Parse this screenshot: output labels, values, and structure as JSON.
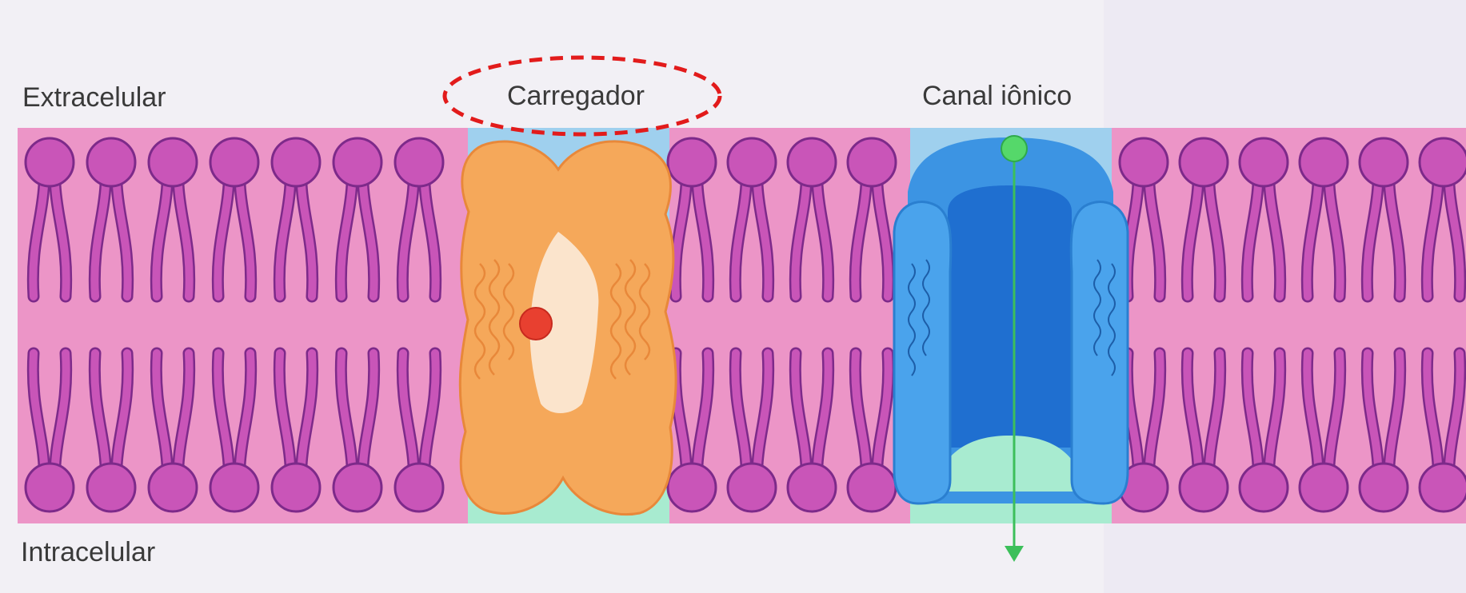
{
  "labels": {
    "extracellular": "Extracelular",
    "intracellular": "Intracelular",
    "carrier": "Carregador",
    "ion_channel": "Canal iônico"
  },
  "colors": {
    "background": "#f2f0f5",
    "membrane_band": "#ec95c7",
    "lipid_fill": "#c955b8",
    "lipid_stroke": "#7d2a8a",
    "carrier_protein": "#f5a85a",
    "carrier_outline": "#e8883a",
    "carrier_pocket": "#fbe4cc",
    "carried_solute": "#e84030",
    "channel_protein": "#3c94e3",
    "channel_inner": "#1f6fd0",
    "channel_solute": "#55d86a",
    "ion_path_arrow": "#3cbf5a",
    "highlight_ellipse": "#e21b1b",
    "gap_top": "#9fd0ee",
    "gap_bottom": "#a8ebd0"
  }
}
